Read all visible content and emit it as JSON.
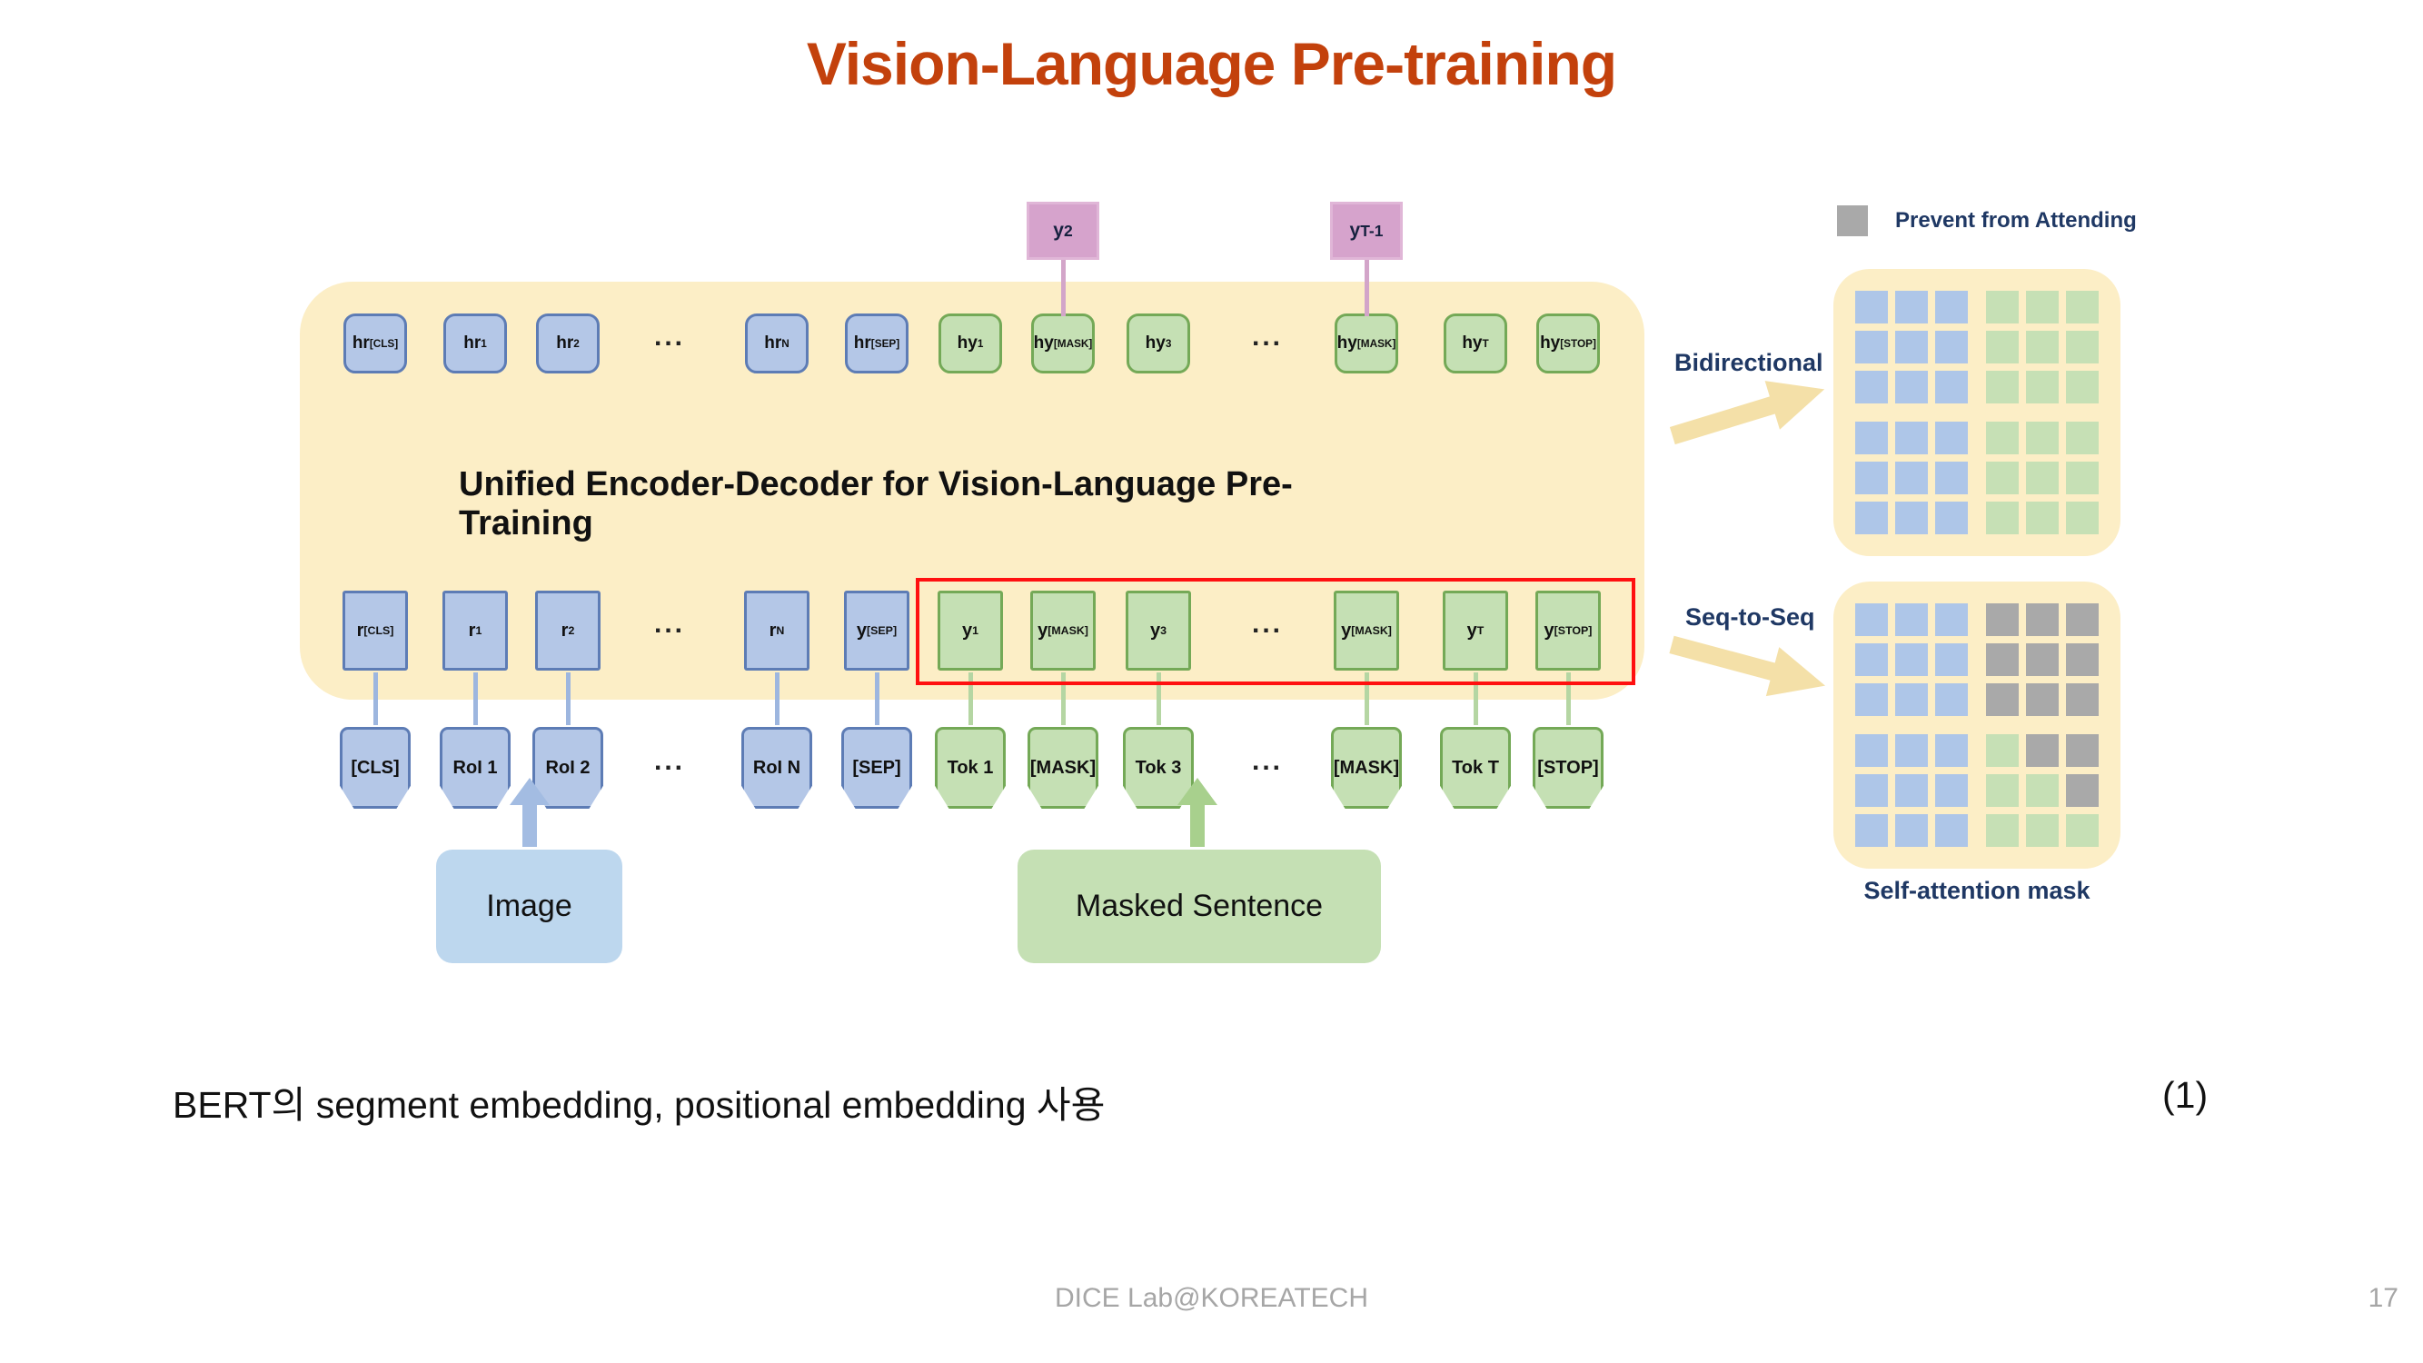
{
  "title": "Vision-Language Pre-training",
  "diagram": {
    "encoder_label": "Unified Encoder-Decoder for Vision-Language Pre-Training",
    "outputs": [
      {
        "main": "y",
        "sub": "2"
      },
      {
        "main": "y",
        "sub": "T-1"
      }
    ],
    "hidden_row": [
      {
        "main": "hr",
        "sub": "[CLS]",
        "c": "b"
      },
      {
        "main": "hr",
        "sub": "1",
        "c": "b"
      },
      {
        "main": "hr",
        "sub": "2",
        "c": "b"
      },
      {
        "dots": "..."
      },
      {
        "main": "hr",
        "sub": "N",
        "c": "b"
      },
      {
        "main": "hr",
        "sub": "[SEP]",
        "c": "b"
      },
      {
        "main": "hy",
        "sub": "1",
        "c": "g"
      },
      {
        "main": "hy",
        "sub": "[MASK]",
        "c": "g"
      },
      {
        "main": "hy",
        "sub": "3",
        "c": "g"
      },
      {
        "dots": "..."
      },
      {
        "main": "hy",
        "sub": "[MASK]",
        "c": "g"
      },
      {
        "main": "hy",
        "sub": "T",
        "c": "g"
      },
      {
        "main": "hy",
        "sub": "[STOP]",
        "c": "g"
      }
    ],
    "embed_row": [
      {
        "main": "r",
        "sub": "[CLS]",
        "c": "b"
      },
      {
        "main": "r",
        "sub": "1",
        "c": "b"
      },
      {
        "main": "r",
        "sub": "2",
        "c": "b"
      },
      {
        "dots": "..."
      },
      {
        "main": "r",
        "sub": "N",
        "c": "b"
      },
      {
        "main": "y",
        "sub": "[SEP]",
        "c": "b"
      },
      {
        "main": "y",
        "sub": "1",
        "c": "g"
      },
      {
        "main": "y",
        "sub": "[MASK]",
        "c": "g"
      },
      {
        "main": "y",
        "sub": "3",
        "c": "g"
      },
      {
        "dots": "..."
      },
      {
        "main": "y",
        "sub": "[MASK]",
        "c": "g"
      },
      {
        "main": "y",
        "sub": "T",
        "c": "g"
      },
      {
        "main": "y",
        "sub": "[STOP]",
        "c": "g"
      }
    ],
    "token_row": [
      {
        "label": "[CLS]",
        "c": "b"
      },
      {
        "label": "RoI 1",
        "c": "b"
      },
      {
        "label": "RoI 2",
        "c": "b"
      },
      {
        "dots": "..."
      },
      {
        "label": "RoI N",
        "c": "b"
      },
      {
        "label": "[SEP]",
        "c": "b"
      },
      {
        "label": "Tok 1",
        "c": "g"
      },
      {
        "label": "[MASK]",
        "c": "g"
      },
      {
        "label": "Tok 3",
        "c": "g"
      },
      {
        "dots": "..."
      },
      {
        "label": "[MASK]",
        "c": "g"
      },
      {
        "label": "Tok T",
        "c": "g"
      },
      {
        "label": "[STOP]",
        "c": "g"
      }
    ],
    "image_label": "Image",
    "masked_sentence_label": "Masked Sentence"
  },
  "legend": {
    "label": "Prevent from Attending"
  },
  "masks": {
    "bidirectional_label": "Bidirectional",
    "seq2seq_label": "Seq-to-Seq",
    "caption": "Self-attention mask",
    "grid_bidirectional": [
      "bbbggg",
      "bbbggg",
      "bbbggg",
      "bbbggg",
      "bbbggg",
      "bbbggg"
    ],
    "grid_seq2seq": [
      "bbbxxx",
      "bbbxxx",
      "bbbxxx",
      "bbbgxx",
      "bbbggx",
      "bbbggg"
    ]
  },
  "body_text": "BERT의 segment embedding, positional embedding 사용",
  "equation_number": "(1)",
  "footer": {
    "lab": "DICE Lab@KOREATECH",
    "page": "17"
  },
  "colors": {
    "title": "#c3410c",
    "panel_yellow": "#fceec6",
    "box_blue": "#b4c7e7",
    "box_blue_border": "#5d7cb5",
    "box_green": "#c5e0b4",
    "box_green_border": "#74a957",
    "output_pink": "#d6a3cc",
    "mask_gray": "#a9a9a9",
    "red_outline": "#ff1010",
    "navy_label": "#1f3864",
    "footer_gray": "#a6a6a6"
  }
}
